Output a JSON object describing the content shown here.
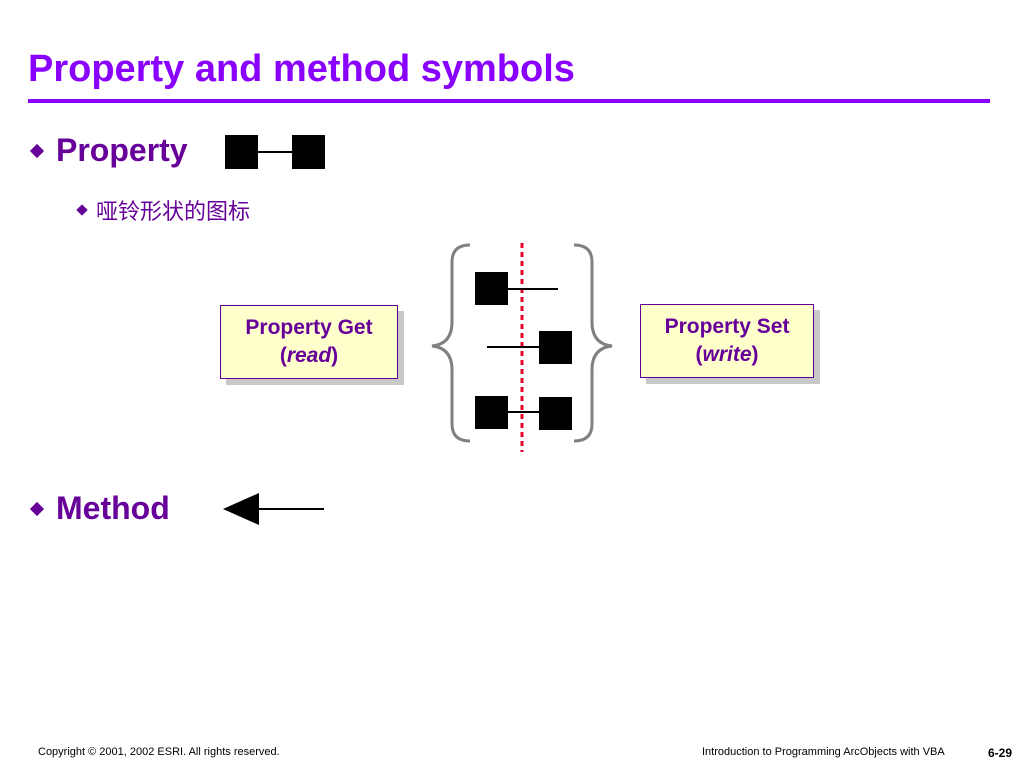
{
  "title": "Property and method symbols",
  "bullets": {
    "property": "Property",
    "property_sub": "哑铃形状的图标",
    "method": "Method"
  },
  "boxes": {
    "get_line1": "Property Get",
    "get_open": "(",
    "get_em": "read",
    "get_close": ")",
    "set_line1": "Property Set",
    "set_open": "(",
    "set_em": "write",
    "set_close": ")"
  },
  "footer": {
    "copyright": "Copyright © 2001, 2002 ESRI.  All rights reserved.",
    "course": "Introduction to Programming ArcObjects with VBA",
    "page": "6-29"
  },
  "colors": {
    "title": "#8a00ff",
    "text": "#660099",
    "box_fill": "#ffffcc",
    "brace": "#808080",
    "divider": "#e8002a",
    "symbol": "#000000"
  },
  "icons": [
    "property-dumbbell-icon",
    "get-property-icon",
    "set-property-icon",
    "get-set-property-icon",
    "method-arrow-icon"
  ]
}
